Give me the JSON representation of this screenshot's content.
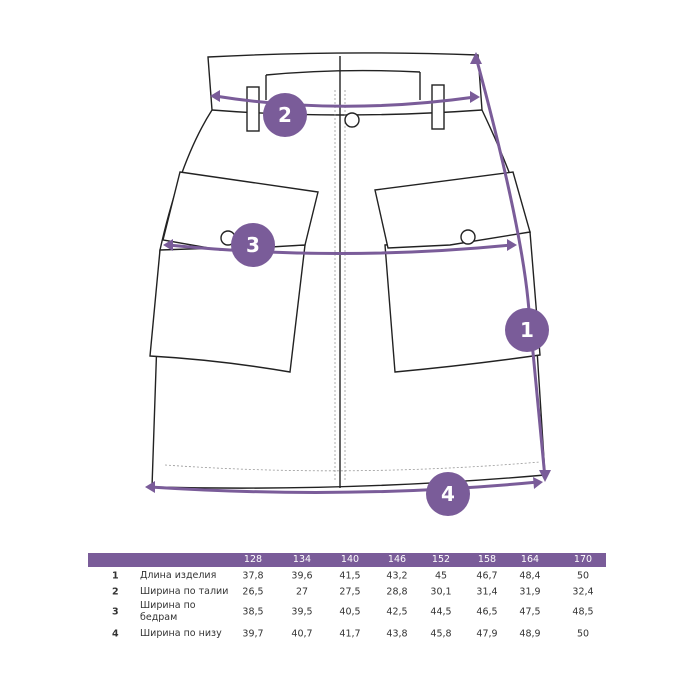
{
  "diagram": {
    "accent": "#7a5c99",
    "markers": [
      "1",
      "2",
      "3",
      "4"
    ]
  },
  "table": {
    "sizes": [
      "128",
      "134",
      "140",
      "146",
      "152",
      "158",
      "164",
      "170"
    ],
    "rows": [
      {
        "num": "1",
        "label": "Длина изделия",
        "values": [
          "37,8",
          "39,6",
          "41,5",
          "43,2",
          "45",
          "46,7",
          "48,4",
          "50"
        ]
      },
      {
        "num": "2",
        "label": "Ширина по талии",
        "values": [
          "26,5",
          "27",
          "27,5",
          "28,8",
          "30,1",
          "31,4",
          "31,9",
          "32,4"
        ]
      },
      {
        "num": "3",
        "label": "Ширина по бедрам",
        "values": [
          "38,5",
          "39,5",
          "40,5",
          "42,5",
          "44,5",
          "46,5",
          "47,5",
          "48,5"
        ]
      },
      {
        "num": "4",
        "label": "Ширина по низу",
        "values": [
          "39,7",
          "40,7",
          "41,7",
          "43,8",
          "45,8",
          "47,9",
          "48,9",
          "50"
        ]
      }
    ]
  }
}
